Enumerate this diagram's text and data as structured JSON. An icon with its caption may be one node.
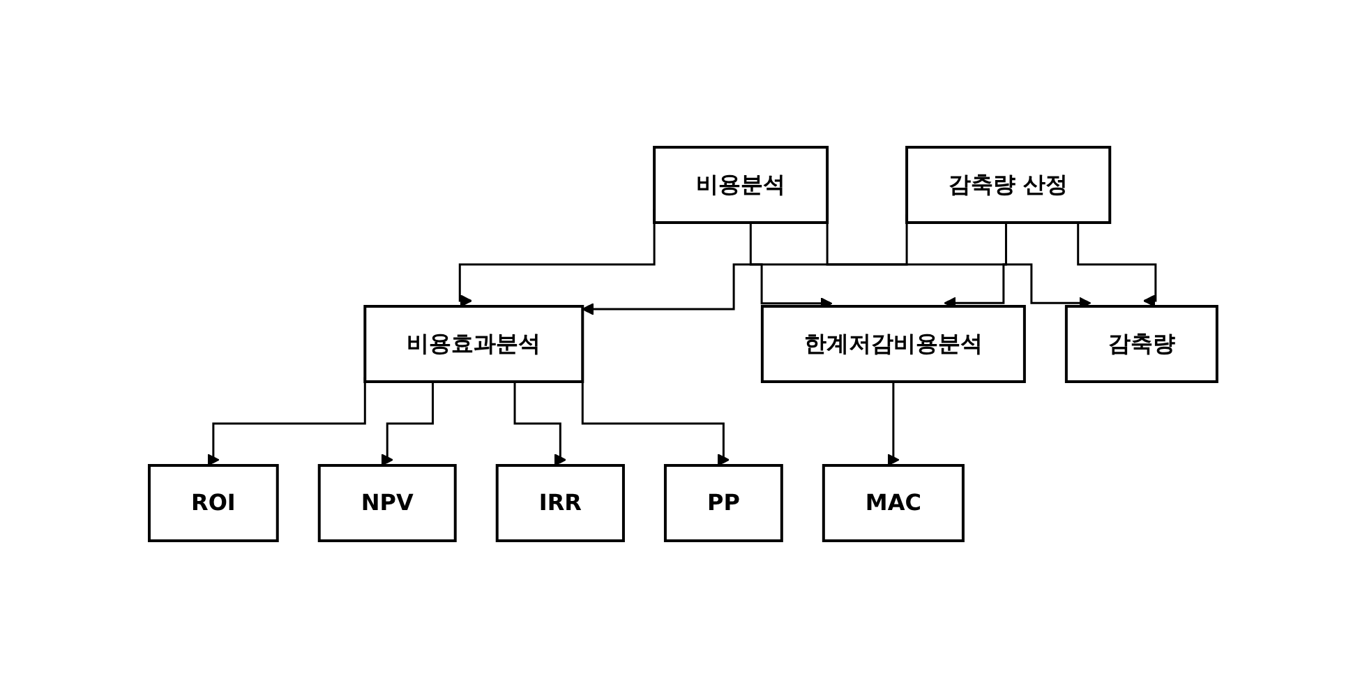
{
  "diagram": {
    "nodes": [
      {
        "text": [
          "비용분석"
        ]
      },
      {
        "text": [
          "감축량 산정"
        ]
      },
      {
        "text": [
          "비용효과분석"
        ]
      },
      {
        "text": [
          "한계저감비용분석"
        ]
      },
      {
        "text": [
          "ROI"
        ]
      },
      {
        "text": [
          "NPV"
        ]
      },
      {
        "text": [
          "IRR"
        ]
      },
      {
        "text": [
          "PP"
        ]
      },
      {
        "text": [
          "MAC"
        ]
      },
      {
        "text": [
          "감축량"
        ]
      }
    ],
    "edges": [
      {
        "from": 0,
        "to": 2,
        "arrow": "to"
      },
      {
        "from": 0,
        "to": 3,
        "arrow": "to"
      },
      {
        "from": 0,
        "to": 9,
        "arrow": "to"
      },
      {
        "from": 1,
        "to": 2,
        "arrow": "to"
      },
      {
        "from": 1,
        "to": 3,
        "arrow": "to"
      },
      {
        "from": 1,
        "to": 9,
        "arrow": "to"
      },
      {
        "from": 2,
        "to": 4,
        "arrow": "to"
      },
      {
        "from": 2,
        "to": 5,
        "arrow": "to"
      },
      {
        "from": 2,
        "to": 6,
        "arrow": "to"
      },
      {
        "from": 2,
        "to": 7,
        "arrow": "to"
      },
      {
        "from": 3,
        "to": 8,
        "arrow": "to"
      }
    ]
  }
}
